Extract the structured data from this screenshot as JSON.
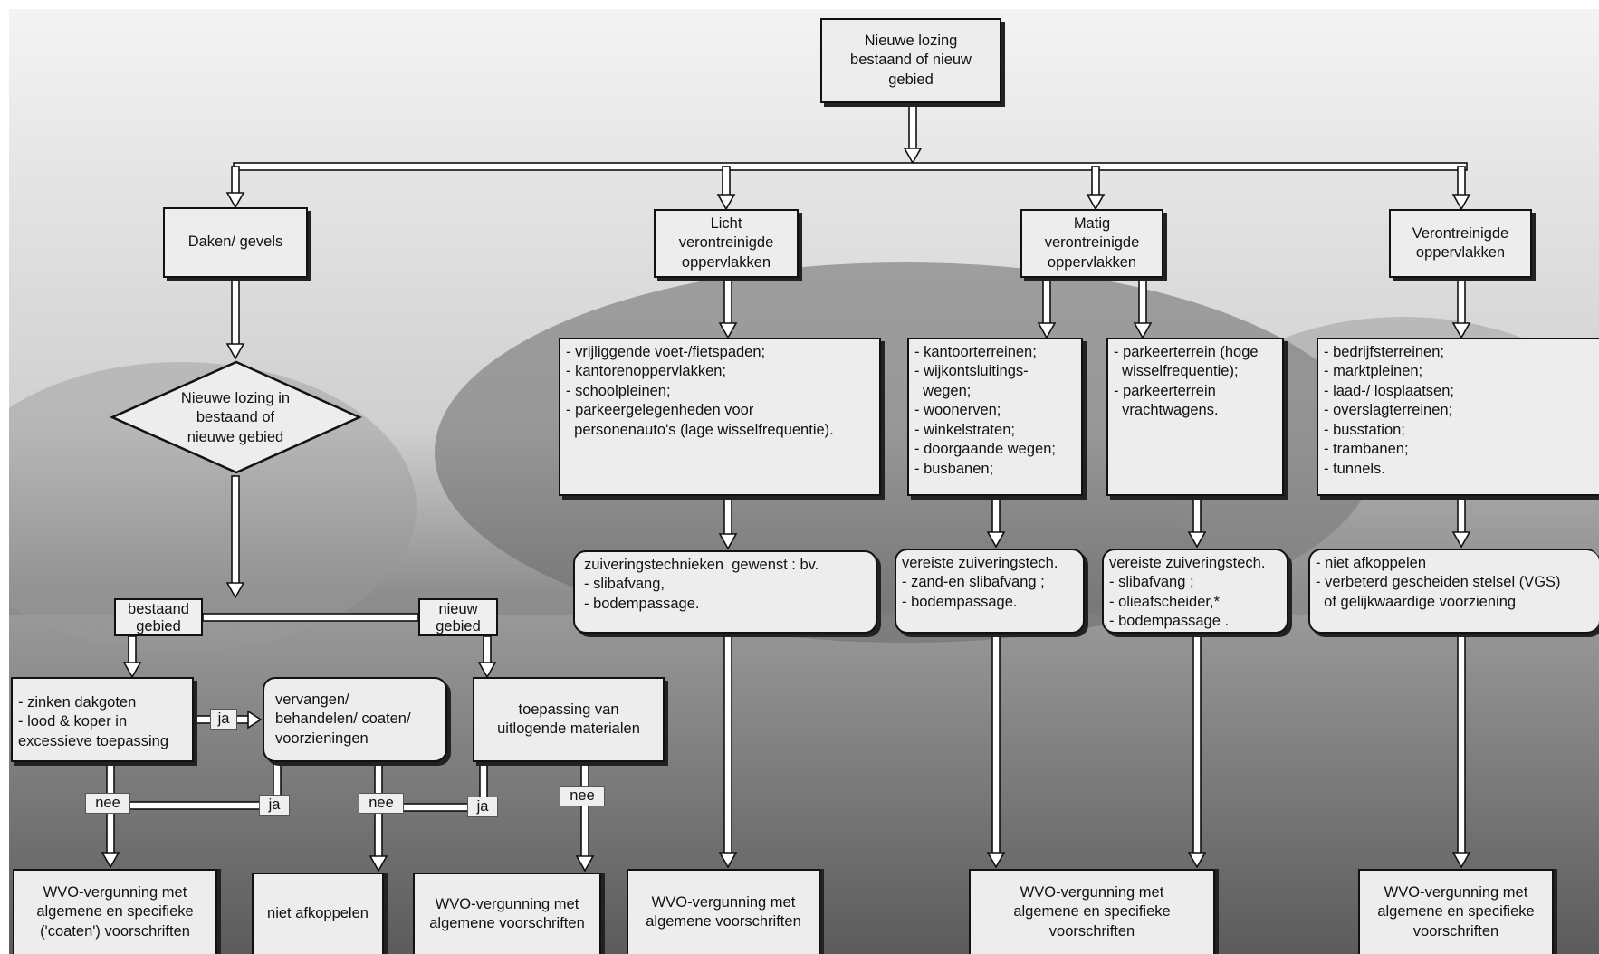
{
  "nodes": {
    "root": [
      "Nieuwe lozing",
      "bestaand of nieuw",
      "gebied"
    ],
    "daken": [
      "Daken/ gevels"
    ],
    "licht": [
      "Licht",
      "verontreinigde",
      "oppervlakken"
    ],
    "matig": [
      "Matig",
      "verontreinigde",
      "oppervlakken"
    ],
    "veront": [
      "Verontreinigde",
      "oppervlakken"
    ],
    "diamond": [
      "Nieuwe lozing in",
      "bestaand of",
      "nieuwe gebied"
    ],
    "bestaand": [
      "bestaand",
      "gebied"
    ],
    "nieuw": [
      "nieuw",
      "gebied"
    ],
    "zinken": [
      "- zinken dakgoten",
      "- lood & koper in",
      "excessieve toepassing"
    ],
    "vervangen": [
      "vervangen/",
      "behandelen/ coaten/",
      "voorzieningen"
    ],
    "toepassing": [
      "toepassing van",
      "uitlogende materialen"
    ],
    "licht_list": [
      "- vrijliggende voet-/fietspaden;",
      "- kantorenoppervlakken;",
      "- schoolpleinen;",
      "- parkeergelegenheden voor",
      "  personenauto's (lage wisselfrequentie)."
    ],
    "matig_list1": [
      "- kantoorterreinen;",
      "- wijkontsluitings-",
      "  wegen;",
      "- woonerven;",
      "- winkelstraten;",
      "- doorgaande wegen;",
      "- busbanen;"
    ],
    "matig_list2": [
      "- parkeerterrein (hoge",
      "  wisselfrequentie);",
      "- parkeerterrein",
      "  vrachtwagens."
    ],
    "veront_list": [
      "- bedrijfsterreinen;",
      "- marktpleinen;",
      "- laad-/ losplaatsen;",
      "- overslagterreinen;",
      "- busstation;",
      "- trambanen;",
      "- tunnels."
    ],
    "licht_zuiv": [
      "zuiveringstechnieken  gewenst : bv.",
      "- slibafvang,",
      "- bodempassage."
    ],
    "matig_zuiv1": [
      "vereiste zuiveringstech.",
      "- zand-en slibafvang ;",
      "- bodempassage."
    ],
    "matig_zuiv2": [
      "vereiste zuiveringstech.",
      "- slibafvang ;",
      "- olieafscheider,*",
      "- bodempassage ."
    ],
    "veront_zuiv": [
      "- niet afkoppelen",
      "- verbeterd gescheiden stelsel (VGS)",
      "  of gelijkwaardige voorziening"
    ],
    "out_coaten": [
      "WVO-vergunning met",
      "algemene en specifieke",
      "('coaten') voorschriften"
    ],
    "out_niet": [
      "niet afkoppelen"
    ],
    "out_alg1": [
      "WVO-vergunning met",
      "algemene voorschriften"
    ],
    "out_alg2": [
      "WVO-vergunning met",
      "algemene voorschriften"
    ],
    "out_matig": [
      "WVO-vergunning met",
      "algemene en specifieke",
      "voorschriften"
    ],
    "out_veront": [
      "WVO-vergunning met",
      "algemene en specifieke",
      "voorschriften"
    ]
  },
  "labels": {
    "ja_1": "ja",
    "ja_2": "ja",
    "ja_3": "ja",
    "nee_1": "nee",
    "nee_2": "nee",
    "nee_3": "nee"
  }
}
